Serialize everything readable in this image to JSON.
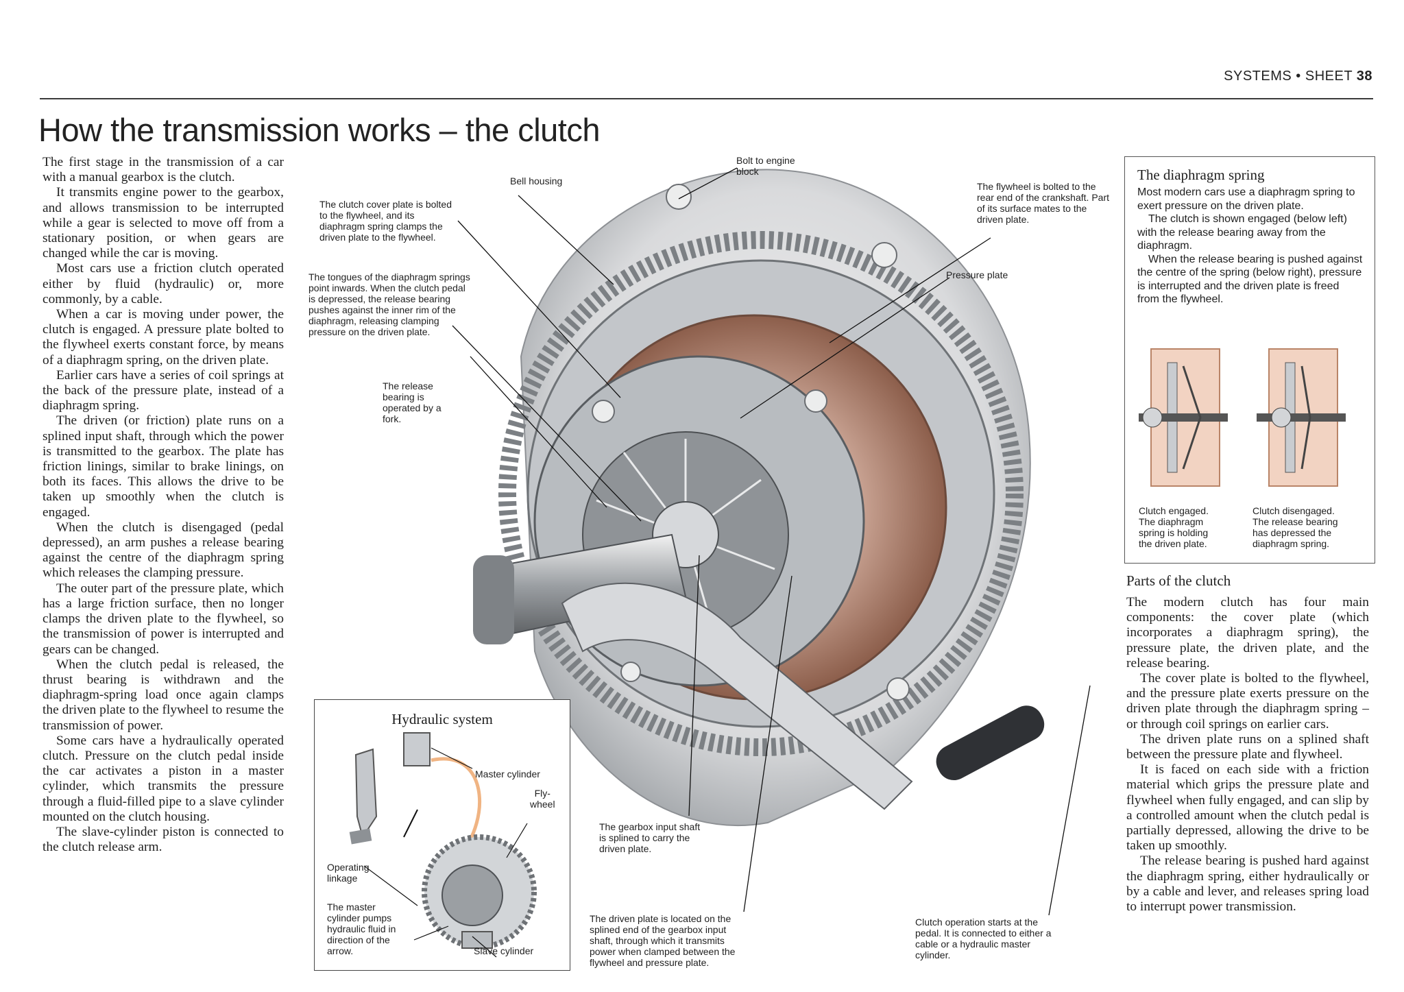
{
  "header": {
    "section": "SYSTEMS",
    "separator": "•",
    "sheet_label": "SHEET",
    "sheet_number": "38"
  },
  "title": "How the transmission works – the clutch",
  "intro_paragraphs": [
    "The first stage in the transmission of a car with a manual gearbox is the clutch.",
    "It transmits engine power to the gearbox, and allows transmission to be interrupted while a gear is selected to move off from a stationary position, or when gears are changed while the car is moving.",
    "Most cars use a friction clutch operated either by fluid (hydraulic) or, more commonly, by a cable.",
    "When a car is moving under power, the clutch is engaged. A pressure plate bolted to the flywheel exerts constant force, by means of a diaphragm spring, on the driven plate.",
    "Earlier cars have a series of coil springs at the back of the pressure plate, instead of a diaphragm spring.",
    "The driven (or friction) plate runs on a splined input shaft, through which the power is transmitted to the gearbox. The plate has friction linings, similar to brake linings, on both its faces. This allows the drive to be taken up smoothly when the clutch is engaged.",
    "When the clutch is disengaged (pedal depressed), an arm pushes a release bearing against the centre of the diaphragm spring which releases the clamping pressure.",
    "The outer part of the pressure plate, which has a large friction surface, then no longer clamps the driven plate to the flywheel, so the transmission of power is interrupted and gears can be changed.",
    "When the clutch pedal is released, the thrust bearing is withdrawn and the diaphragm-spring load once again clamps the driven plate to the flywheel to resume the transmission of power.",
    "Some cars have a hydraulically operated clutch. Pressure on the clutch pedal inside the car activates a piston in a master cylinder, which transmits the pressure through a fluid-filled pipe to a slave cylinder mounted on the clutch housing.",
    "The slave-cylinder piston is connected to the clutch release arm."
  ],
  "callouts": {
    "bolt": "Bolt to engine block",
    "bell_housing": "Bell housing",
    "cover_plate": "The clutch cover plate is bolted to the flywheel, and its diaphragm spring clamps the driven plate to the flywheel.",
    "tongues": "The tongues of the diaphragm springs point inwards. When the clutch pedal is depressed, the release bearing pushes against the inner rim of the diaphragm, releasing clamping pressure on the driven plate.",
    "release_bearing": "The release bearing is operated by a fork.",
    "flywheel": "The flywheel is bolted to the rear end of the crankshaft. Part of its surface mates to the driven plate.",
    "pressure_plate": "Pressure plate",
    "gearbox_shaft": "The gearbox input shaft is splined to carry the driven plate.",
    "driven_plate": "The driven plate is located on the splined end of the gearbox input shaft, through which it transmits power when clamped between the flywheel and pressure plate.",
    "clutch_operation": "Clutch operation starts at the pedal. It is connected to either a cable or a hydraulic master cylinder."
  },
  "hydraulic": {
    "title": "Hydraulic system",
    "master_cylinder": "Master cylinder",
    "flywheel": "Fly-\nwheel",
    "operating_linkage": "Operating\nlinkage",
    "master_pumps": "The master cylinder pumps hydraulic fluid in direction of the arrow.",
    "slave_cylinder": "Slave cylinder"
  },
  "diaphragm_box": {
    "title": "The diaphragm spring",
    "paragraphs": [
      "Most modern cars use a diaphragm spring to exert pressure on the driven plate.",
      "The clutch is shown engaged (below left) with the release bearing away from the diaphragm.",
      "When the release bearing is pushed against the centre of the spring (below right), pressure is interrupted and the driven plate is freed from the flywheel."
    ],
    "engaged_caption": "Clutch engaged. The diaphragm spring is holding the driven plate.",
    "disengaged_caption": "Clutch disengaged. The release bearing has depressed the diaphragm spring."
  },
  "parts": {
    "title": "Parts of the clutch",
    "paragraphs": [
      "The modern clutch has four main components: the cover plate (which incorporates a diaphragm spring), the pressure plate, the driven plate, and the release bearing.",
      "The cover plate is bolted to the flywheel, and the pressure plate exerts pressure on the driven plate through the diaphragm spring – or through coil springs on earlier cars.",
      "The driven plate runs on a splined shaft between the pressure plate and flywheel.",
      "It is faced on each side with a friction material which grips the pressure plate and flywheel when fully engaged, and can slip by a controlled amount when the clutch pedal is partially depressed, allowing the drive to be taken up smoothly.",
      "The release bearing is pushed hard against the diaphragm spring, either hydraulically or by a cable and lever, and releases spring load to interrupt power transmission."
    ]
  },
  "colors": {
    "lining": "#9a6a55",
    "metal": "#c9ccd0",
    "box_fill": "#f2d3c2",
    "pipe": "#f0b483"
  }
}
